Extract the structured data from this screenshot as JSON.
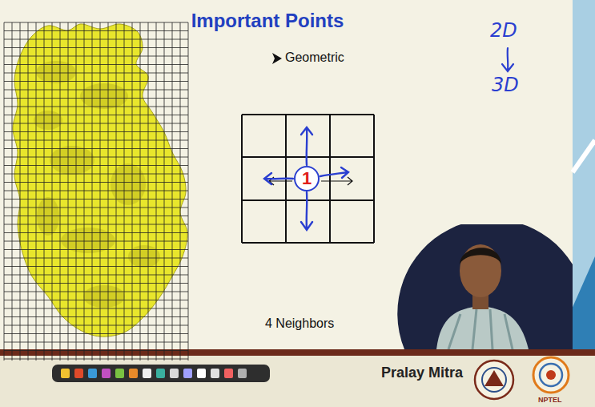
{
  "diagram": {
    "title": "Important Points",
    "nodes": [
      {
        "text": [
          "1"
        ]
      }
    ],
    "labels": [
      "Geometric",
      "2D",
      "3D",
      "4 Neighbors",
      "Pralay Mitra",
      "NPTEL"
    ]
  }
}
